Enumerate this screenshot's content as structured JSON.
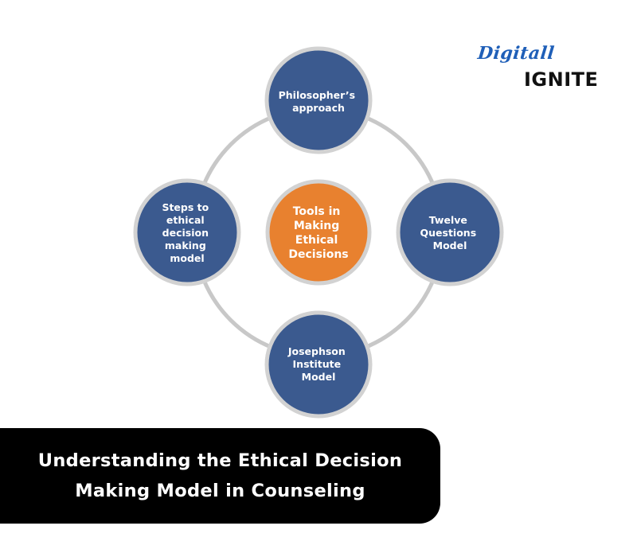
{
  "logo": {
    "line1": "Digitall",
    "line2": "IGNITE"
  },
  "diagram": {
    "center": {
      "lines": [
        "Tools in",
        "Making",
        "Ethical",
        "Decisions"
      ],
      "color": "#e8812f"
    },
    "nodes": [
      {
        "id": "top",
        "lines": [
          "Philosopher’s",
          "approach"
        ]
      },
      {
        "id": "right",
        "lines": [
          "Twelve",
          "Questions",
          "Model"
        ]
      },
      {
        "id": "bottom",
        "lines": [
          "Josephson",
          "Institute",
          "Model"
        ]
      },
      {
        "id": "left",
        "lines": [
          "Steps to",
          "ethical",
          "decision",
          "making",
          "model"
        ]
      }
    ],
    "node_color": "#3b5a8f",
    "ring_color": "#c8c8c8"
  },
  "banner": {
    "line1": "Understanding the Ethical Decision",
    "line2": "Making Model in Counseling"
  }
}
